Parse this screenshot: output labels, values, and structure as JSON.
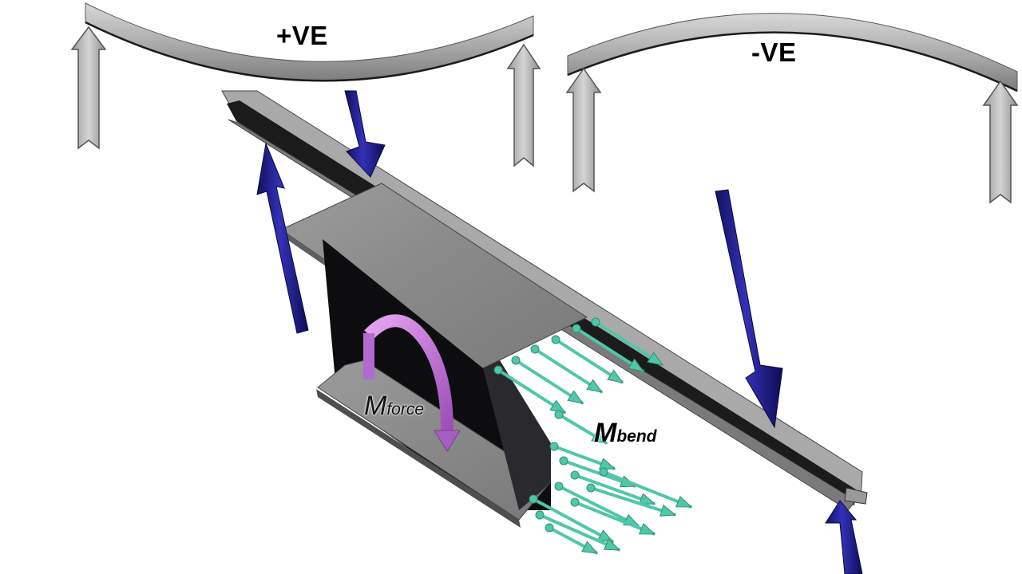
{
  "labels": {
    "positive": "+VE",
    "negative": "-VE",
    "m_force_main": "M",
    "m_force_sub": "force",
    "m_bend_main": "M",
    "m_bend_sub": "bend"
  },
  "colors": {
    "beam_light": "#c8c8c8",
    "beam_dark": "#6f6f6f",
    "support_arrow": "#bdbdbd",
    "load_arrow": "#1d1b8c",
    "moment_arrow": "#c27ad6",
    "stress_arrow": "#4fc7a8",
    "section_face": "#0d0d10"
  }
}
